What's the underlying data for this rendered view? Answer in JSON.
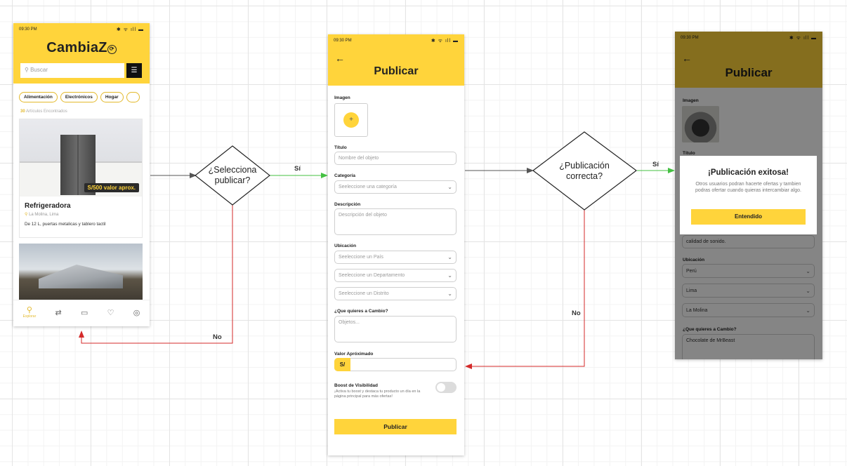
{
  "screen1": {
    "time": "09:30 PM",
    "status_icons": "✱ ᯤ ıll ▬",
    "logo": "CambiaZ",
    "logo_badge": "⟳",
    "search_placeholder": "Buscar",
    "chips": [
      "Alimentación",
      "Electrónicos",
      "Hogar"
    ],
    "count_number": "30",
    "count_text": " Artículos Encontrados",
    "product": {
      "price": "S/500 valor aprox.",
      "title": "Refrigeradora",
      "location": "La Molina, Lima",
      "description": "De 12 L, puertas metalicas y tablero tactil"
    },
    "nav_active_label": "Explorar"
  },
  "screen2": {
    "time": "09:30 PM",
    "status_icons": "✱ ᯤ ıll ▬",
    "title": "Publicar",
    "image_label": "Imagen",
    "title_label": "Título",
    "title_placeholder": "Nombre del objeto",
    "category_label": "Categoría",
    "category_placeholder": "Seeleccione una categoría",
    "description_label": "Descripción",
    "description_placeholder": "Descripción del objeto",
    "location_label": "Ubicación",
    "country_placeholder": "Seeleccione un País",
    "department_placeholder": "Seeleccione un Departamento",
    "district_placeholder": "Seeleccione un Distrito",
    "exchange_label": "¿Que quieres a Cambio?",
    "exchange_placeholder": "Objetos...",
    "value_label": "Valor Apróximado",
    "currency": "S/",
    "boost_label": "Boost de Visibilidad",
    "boost_description": "¡Activa tu boost y destaca tu producto un día en la página principal para más ofertas!",
    "boost_on": false,
    "publish_button": "Publicar"
  },
  "screen3": {
    "time": "09:30 PM",
    "status_icons": "✱ ᯤ ıll ▬",
    "title": "Publicar",
    "image_label": "Imagen",
    "title_label": "Título",
    "desc_value": "calidad de sonido.",
    "location_label": "Ubicación",
    "country": "Perú",
    "department": "Lima",
    "district": "La Molina",
    "exchange_label": "¿Que quieres a Cambio?",
    "exchange_value": "Chocolate de MrBeast",
    "modal": {
      "title": "¡Publicación exitosa!",
      "text": "Otros usuarios podran hacerte ofertas y tambien podras ofertar cuando quieras intercambiar algo.",
      "button": "Entendido"
    }
  },
  "flow": {
    "decision1": "¿Selecciona publicar?",
    "decision2": "¿Publicación correcta?",
    "yes_label": "Sí",
    "no_label": "No",
    "colors": {
      "yes": "#44c042",
      "no": "#d42a2a",
      "neutral": "#555555"
    }
  }
}
